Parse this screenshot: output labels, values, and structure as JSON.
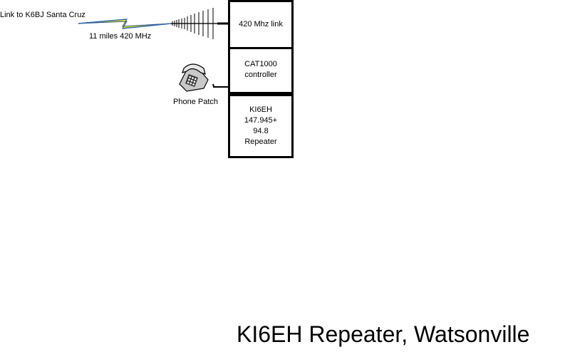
{
  "diagram": {
    "title": "KI6EH Repeater, Watsonville",
    "link": {
      "label": "Link to K6BJ Santa Cruz",
      "distance_label": "11 miles 420 MHz",
      "icon": "lightning-bolt-icon",
      "antenna_icon": "yagi-antenna-icon"
    },
    "phone": {
      "label": "Phone Patch",
      "icon": "telephone-icon"
    },
    "stack": [
      {
        "lines": [
          "420 Mhz link"
        ]
      },
      {
        "lines": [
          "CAT1000",
          "controller"
        ]
      },
      {
        "lines": [
          "KI6EH",
          "147.945+",
          "94.8",
          "Repeater"
        ]
      }
    ],
    "colors": {
      "bolt_fill": "#f2f21a",
      "bolt_stroke": "#2e4a8a",
      "line": "#000000"
    }
  }
}
